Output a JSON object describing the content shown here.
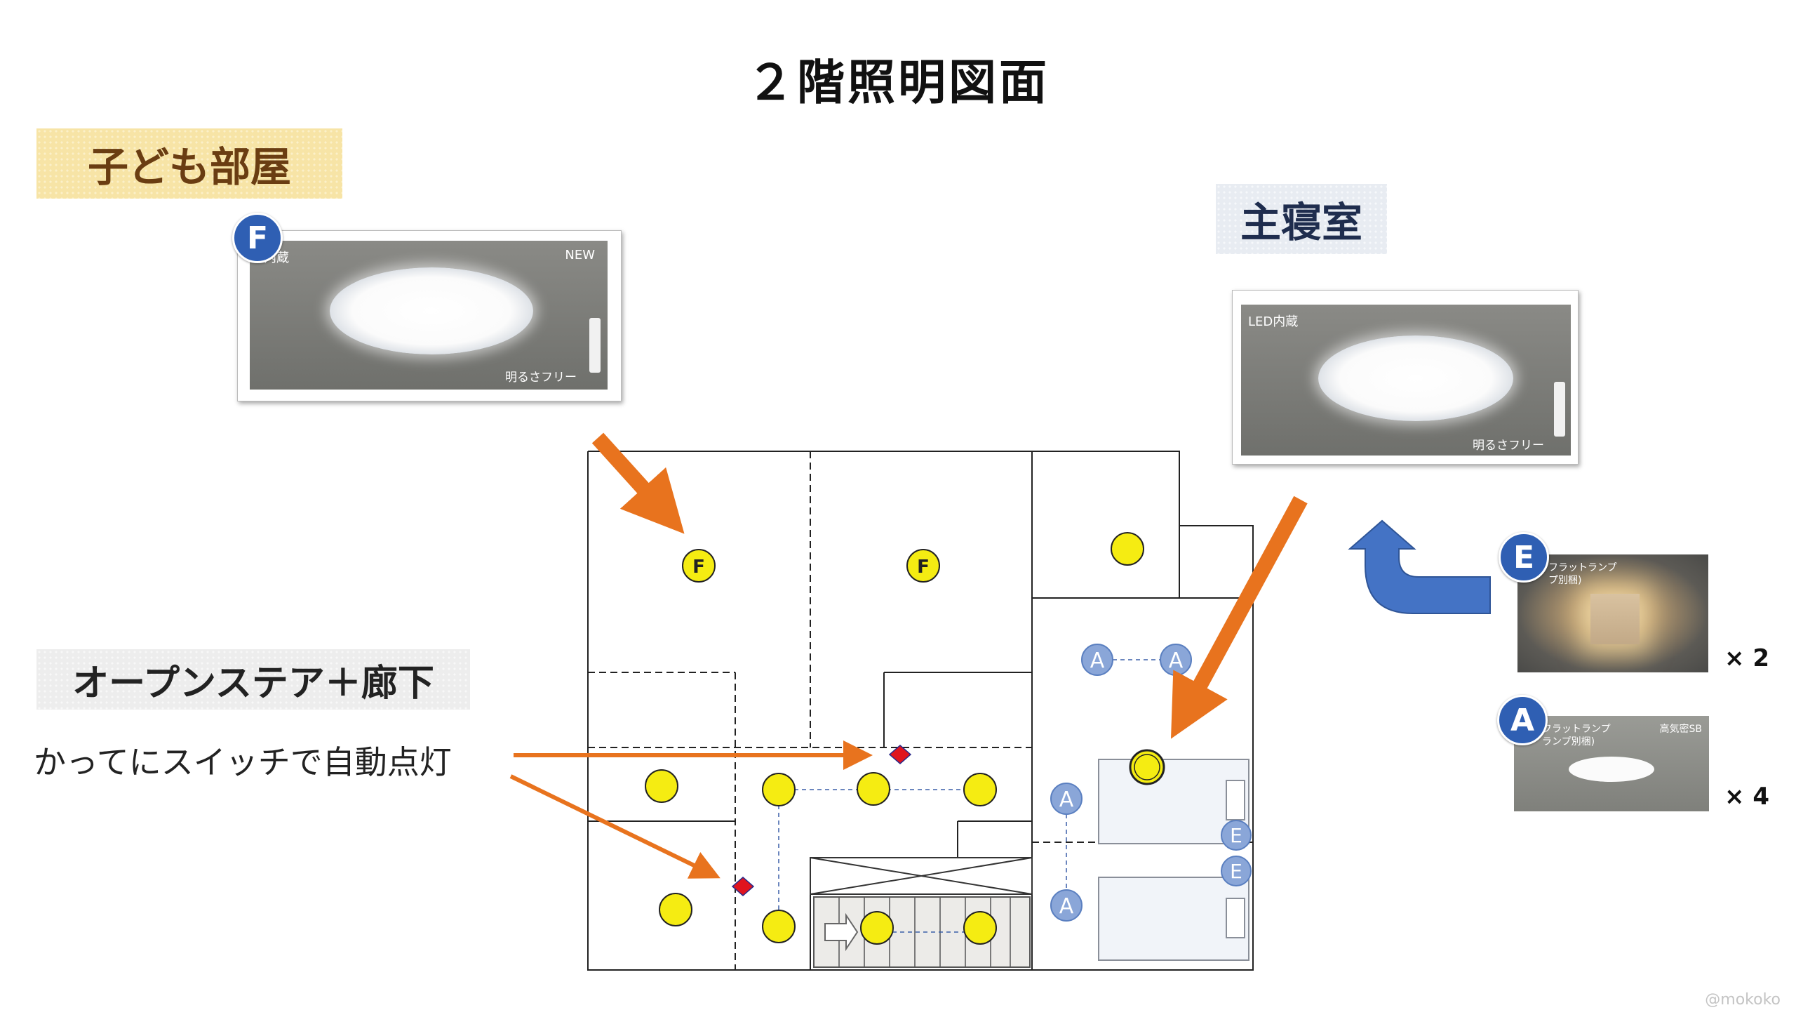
{
  "title": "２階照明図面",
  "labels": {
    "kids_room": "子ども部屋",
    "master_bedroom": "主寝室",
    "open_stair": "オープンステア＋廊下",
    "auto_switch_note": "かってにスイッチで自動点灯"
  },
  "products": {
    "kids_light": {
      "badge": "F",
      "tag_left": "内蔵",
      "tag_right": "NEW",
      "caption": "明るさフリー"
    },
    "master_light": {
      "tag_left": "LED内蔵",
      "caption": "明るさフリー"
    },
    "wall_light": {
      "badge": "E",
      "tag": "フラットランプ",
      "tag2": "プ別梱)",
      "count": "× 2"
    },
    "down_light": {
      "badge": "A",
      "tag": "フラットランプ",
      "tag2": "ランプ別梱)",
      "tag_right": "高気密SB",
      "count": "× 4"
    }
  },
  "plan_symbols": {
    "ceiling_light_letter": "F",
    "downlight_letter": "A",
    "wall_light_letter": "E"
  },
  "colors": {
    "light_fill": "#f5ec12",
    "arrow_orange": "#e8731e",
    "arrow_blue": "#4473c5",
    "badge_blue": "#2f5fb3",
    "symbol_blue": "#8aa6d8",
    "switch_red": "#e0141e"
  },
  "watermark": "@mokoko"
}
